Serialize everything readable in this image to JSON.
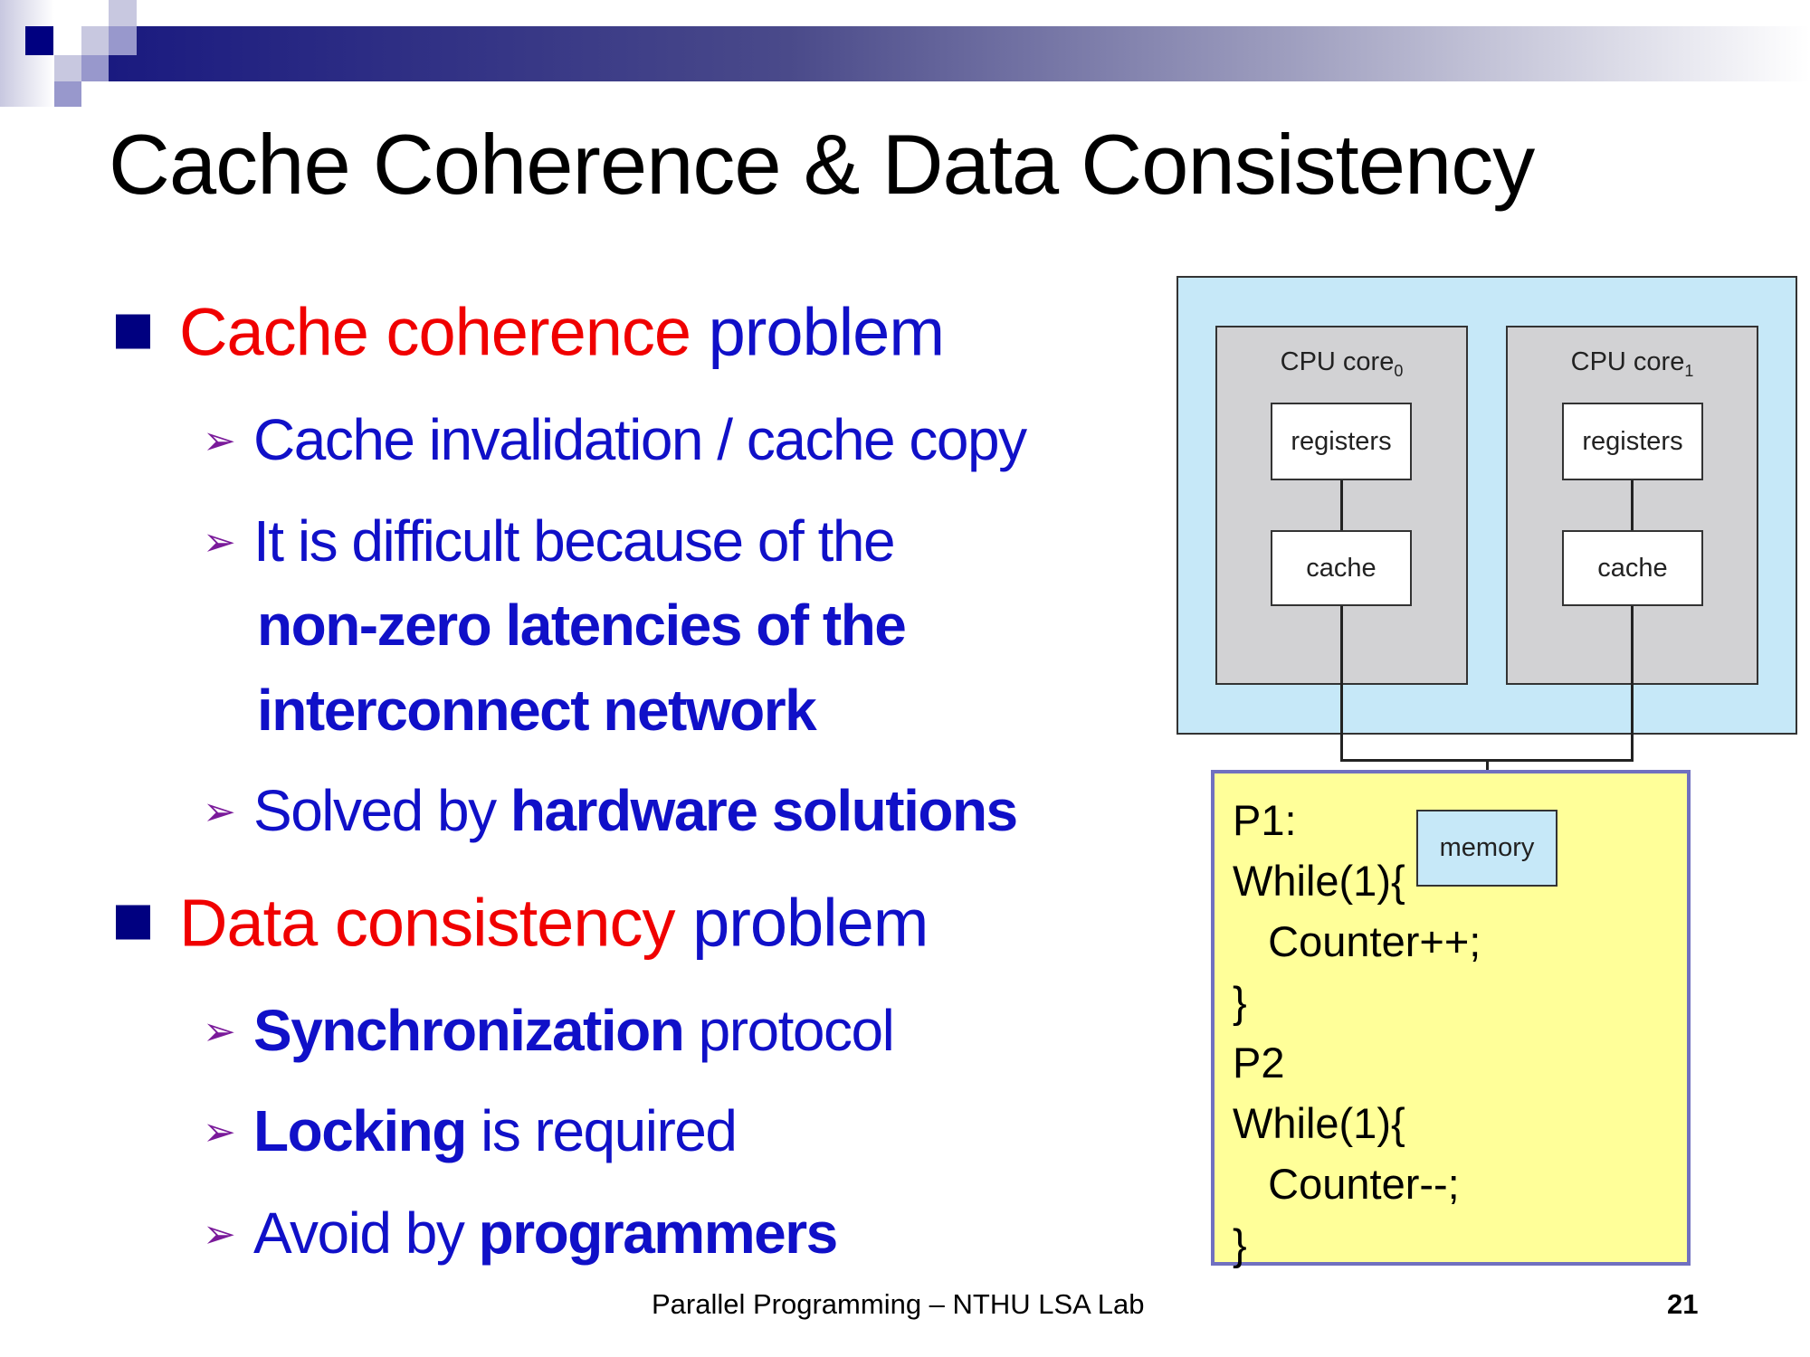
{
  "title": "Cache Coherence & Data Consistency",
  "bullets": [
    {
      "red": "Cache coherence",
      "rest": "problem",
      "subs": [
        {
          "text": "Cache invalidation / cache copy"
        },
        {
          "text": "It is difficult because of the",
          "cont": [
            "non-zero latencies of the",
            "interconnect network"
          ]
        },
        {
          "plain": "Solved by ",
          "bold": "hardware solutions"
        }
      ]
    },
    {
      "red": "Data consistency",
      "rest": "problem",
      "subs": [
        {
          "bold": "Synchronization",
          "plain": " protocol"
        },
        {
          "bold": "Locking",
          "plain": " is required"
        },
        {
          "plain": "Avoid by ",
          "bold": "programmers"
        }
      ]
    }
  ],
  "diagram": {
    "core0": {
      "label": "CPU core",
      "sub": "0",
      "registers": "registers",
      "cache": "cache"
    },
    "core1": {
      "label": "CPU core",
      "sub": "1",
      "registers": "registers",
      "cache": "cache"
    },
    "memory": "memory"
  },
  "code": [
    "P1:",
    "While(1){",
    "   Counter++;",
    "}",
    "P2",
    "While(1){",
    "   Counter--;",
    "}"
  ],
  "footer": "Parallel Programming – NTHU LSA Lab",
  "page_number": "21"
}
